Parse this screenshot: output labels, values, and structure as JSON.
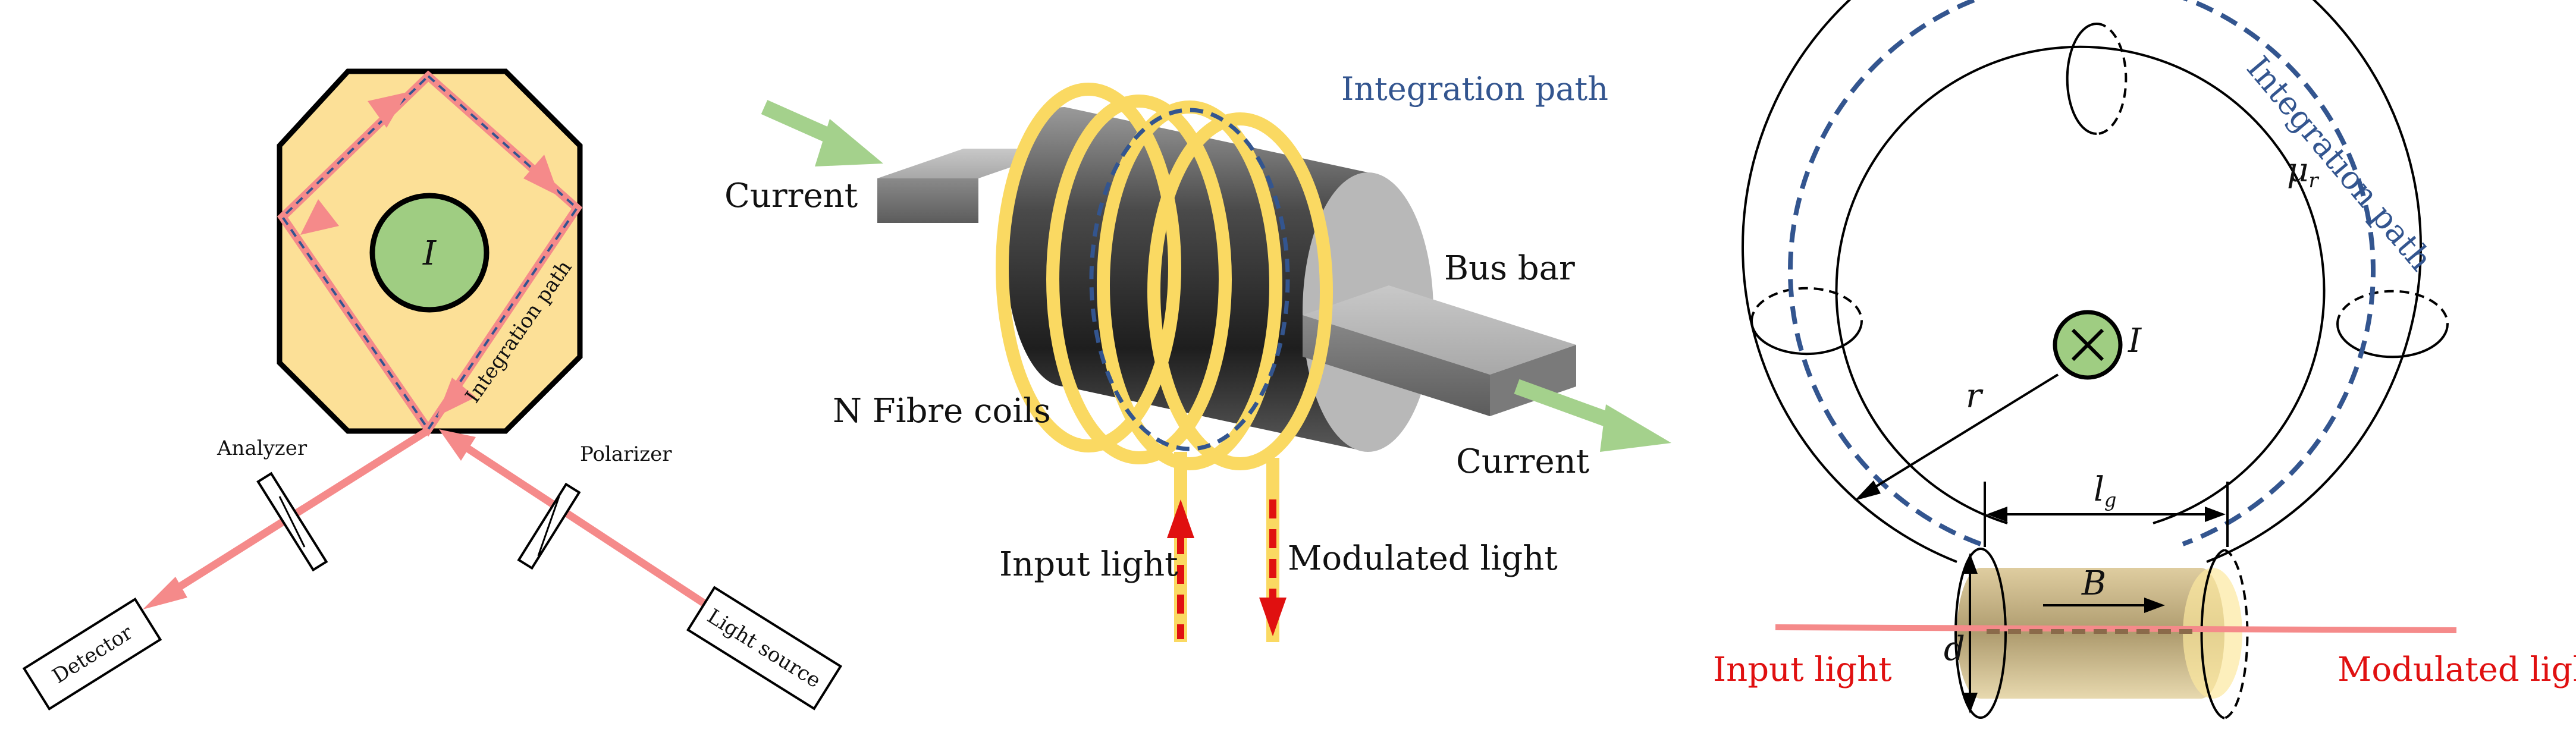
{
  "colors": {
    "octagon_fill": "#FCE097",
    "center_green": "#9FCD82",
    "beam_pink": "#F58A8A",
    "path_blue": "#33558F",
    "coil_yellow": "#FAD962",
    "arrow_green": "#A4D18C",
    "red_light": "#F0665E",
    "dashed_red": "#E01010",
    "dashed_yellow": "#F7D13A"
  },
  "panel_left": {
    "current_label": "I",
    "path_label": "Integration path",
    "analyzer_label": "Analyzer",
    "polarizer_label": "Polarizer",
    "detector_label": "Detector",
    "source_label": "Light source"
  },
  "panel_mid": {
    "path_label": "Integration path",
    "current_in_label": "Current",
    "current_out_label": "Current",
    "busbar_label": "Bus bar",
    "coils_label": "N Fibre coils",
    "input_label": "Input light",
    "output_label": "Modulated light"
  },
  "panel_right": {
    "path_label": "Integration path",
    "mu_label": "μ",
    "mu_sub": "r",
    "current_label": "I",
    "radius_label": "r",
    "gap_label": "l",
    "gap_sub": "g",
    "field_label": "B",
    "diameter_label": "d",
    "input_label": "Input light",
    "output_label": "Modulated light"
  }
}
